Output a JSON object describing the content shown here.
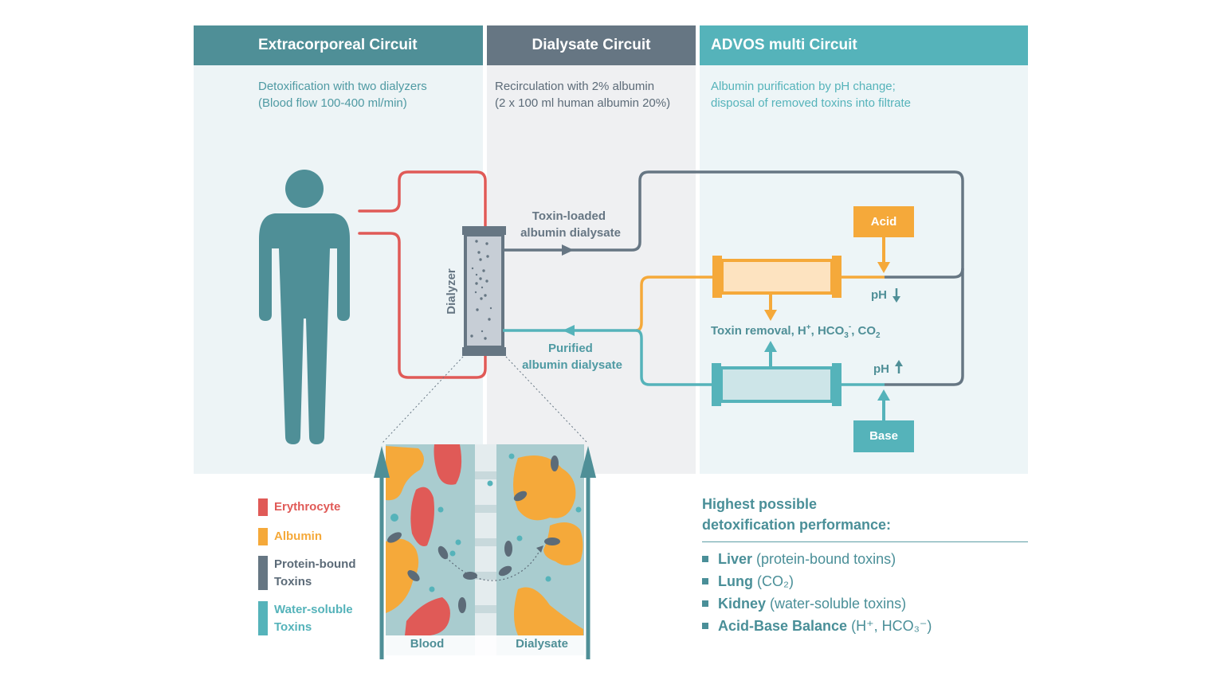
{
  "colors": {
    "extracorporeal_header": "#4f8f97",
    "dialysate_header": "#667683",
    "advos_header": "#55b3ba",
    "panel_bg_light": "#edf4f6",
    "panel_bg_gray": "#eff0f2",
    "blood_line": "#e05a57",
    "dialysate_line": "#667683",
    "acid": "#f5a93a",
    "base": "#55b3ba",
    "person": "#4f8f97",
    "text_teal": "#4a8f98",
    "text_gray": "#5c6b78"
  },
  "columns": [
    {
      "title": "Extracorporeal Circuit",
      "desc_line1": "Detoxification with two dialyzers",
      "desc_line2": "(Blood flow 100-400 ml/min)"
    },
    {
      "title": "Dialysate Circuit",
      "desc_line1": "Recirculation with 2% albumin",
      "desc_line2": "(2 x 100 ml human albumin 20%)"
    },
    {
      "title": "ADVOS multi Circuit",
      "desc_line1": "Albumin purification by pH change;",
      "desc_line2": "disposal of removed toxins into filtrate"
    }
  ],
  "diagram": {
    "dialyzer_label": "Dialyzer",
    "toxin_loaded_line1": "Toxin-loaded",
    "toxin_loaded_line2": "albumin dialysate",
    "purified_line1": "Purified",
    "purified_line2": "albumin dialysate",
    "acid_label": "Acid",
    "base_label": "Base",
    "ph_down": "pH",
    "ph_up": "pH",
    "toxin_removal": "Toxin removal, H",
    "toxin_removal_sup1": "+",
    "toxin_removal_hco": ", HCO",
    "toxin_removal_sub3": "3",
    "toxin_removal_sup2": "-",
    "toxin_removal_co": ", CO",
    "toxin_removal_sub2": "2"
  },
  "zoom_view": {
    "blood_label": "Blood",
    "dialysate_label": "Dialysate"
  },
  "legend": [
    {
      "label_line1": "Erythrocyte",
      "label_line2": "",
      "color": "#e05a57"
    },
    {
      "label_line1": "Albumin",
      "label_line2": "",
      "color": "#f5a93a"
    },
    {
      "label_line1": "Protein-bound",
      "label_line2": "Toxins",
      "color": "#667683"
    },
    {
      "label_line1": "Water-soluble",
      "label_line2": "Toxins",
      "color": "#55b3ba"
    }
  ],
  "performance": {
    "title_line1": "Highest possible",
    "title_line2": "detoxification performance:",
    "items": [
      {
        "strong": "Liver",
        "rest": "(protein-bound toxins)"
      },
      {
        "strong": "Lung",
        "rest": "(CO₂)"
      },
      {
        "strong": "Kidney",
        "rest": "(water-soluble toxins)"
      },
      {
        "strong": "Acid-Base Balance",
        "rest": "(H⁺, HCO₃⁻)"
      }
    ]
  }
}
